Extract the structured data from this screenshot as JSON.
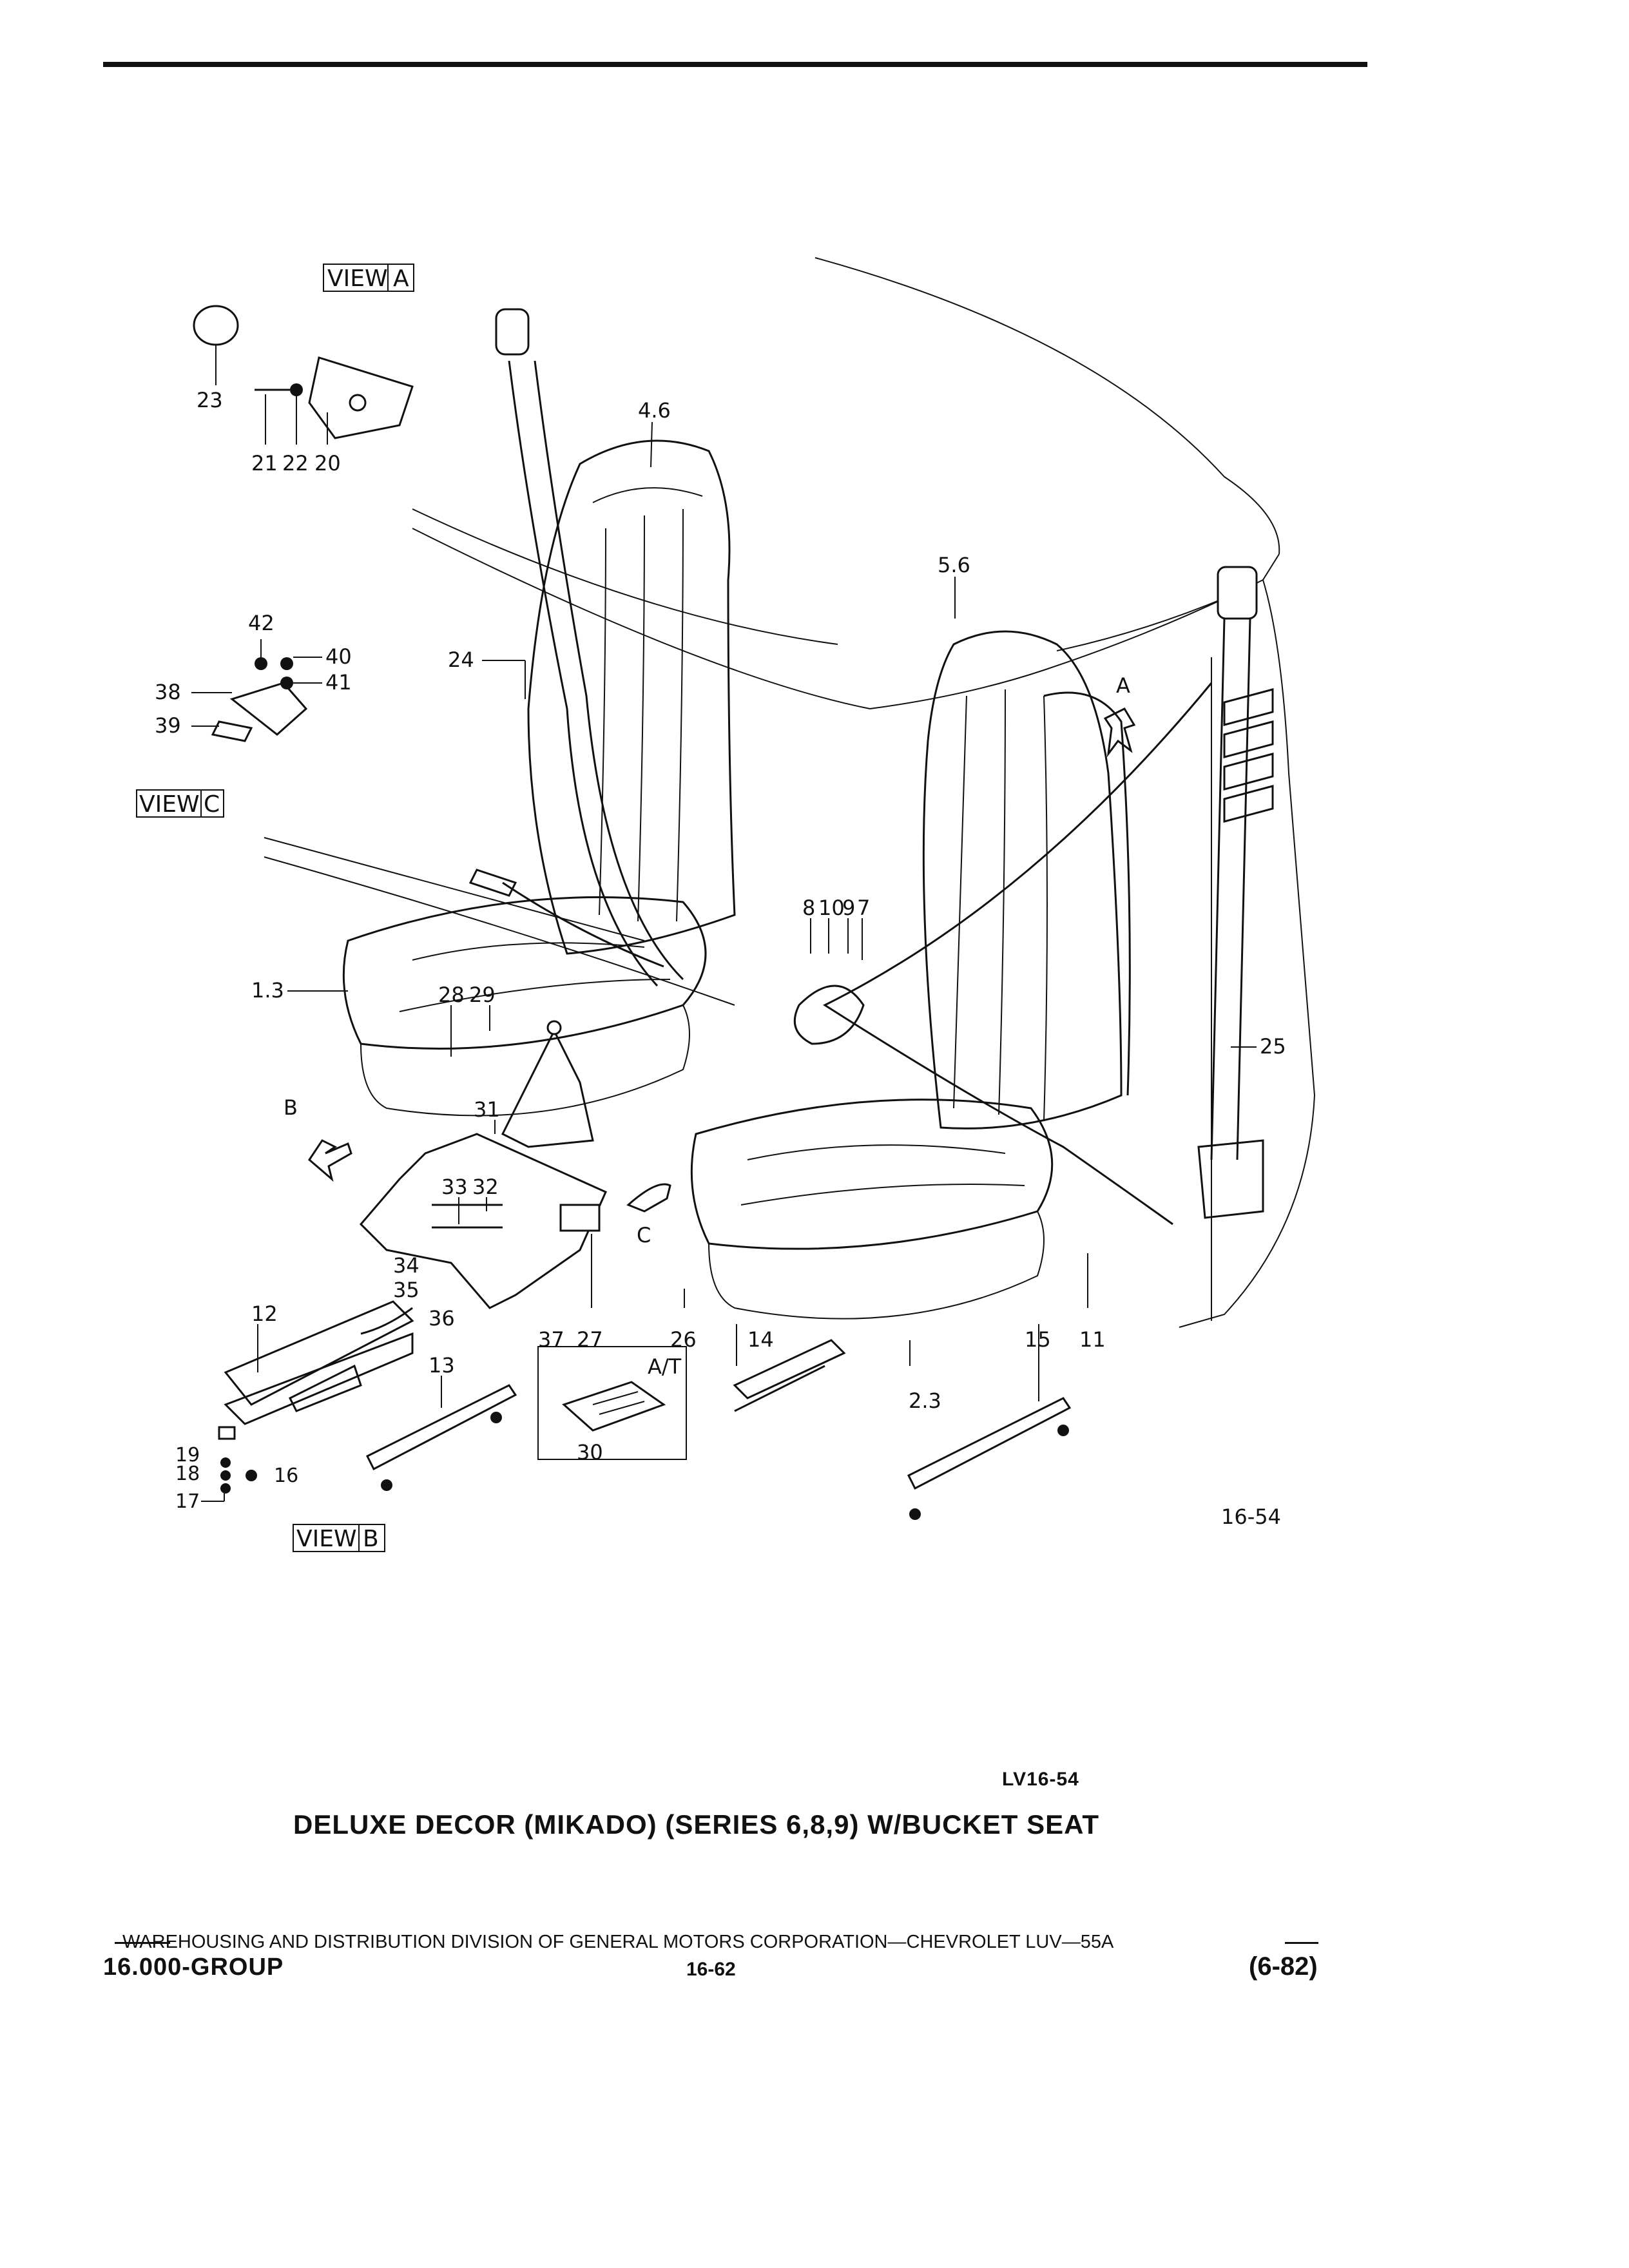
{
  "callouts": [
    "23",
    "21",
    "22",
    "20",
    "42",
    "40",
    "41",
    "38",
    "39",
    "24",
    "4.6",
    "5.6",
    "A",
    "8",
    "10",
    "9",
    "7",
    "1.3",
    "28",
    "29",
    "25",
    "B",
    "31",
    "33",
    "32",
    "C",
    "34",
    "35",
    "36",
    "12",
    "37",
    "27",
    "26",
    "14",
    "15",
    "11",
    "2.3",
    "13",
    "A/T",
    "30",
    "19",
    "18",
    "16",
    "17"
  ],
  "views": {
    "a": {
      "label": "VIEW",
      "letter": "A"
    },
    "b": {
      "label": "VIEW",
      "letter": "B"
    },
    "c": {
      "label": "VIEW",
      "letter": "C"
    }
  },
  "figure_number": "16-54",
  "plate_number": "LV16-54",
  "title": "DELUXE DECOR (MIKADO) (SERIES 6,8,9) W/BUCKET SEAT",
  "footer": {
    "division": "WAREHOUSING AND DISTRIBUTION DIVISION OF GENERAL MOTORS CORPORATION—CHEVROLET LUV—55A",
    "group": "16.000-GROUP",
    "page": "16-62",
    "date": "(6-82)"
  }
}
